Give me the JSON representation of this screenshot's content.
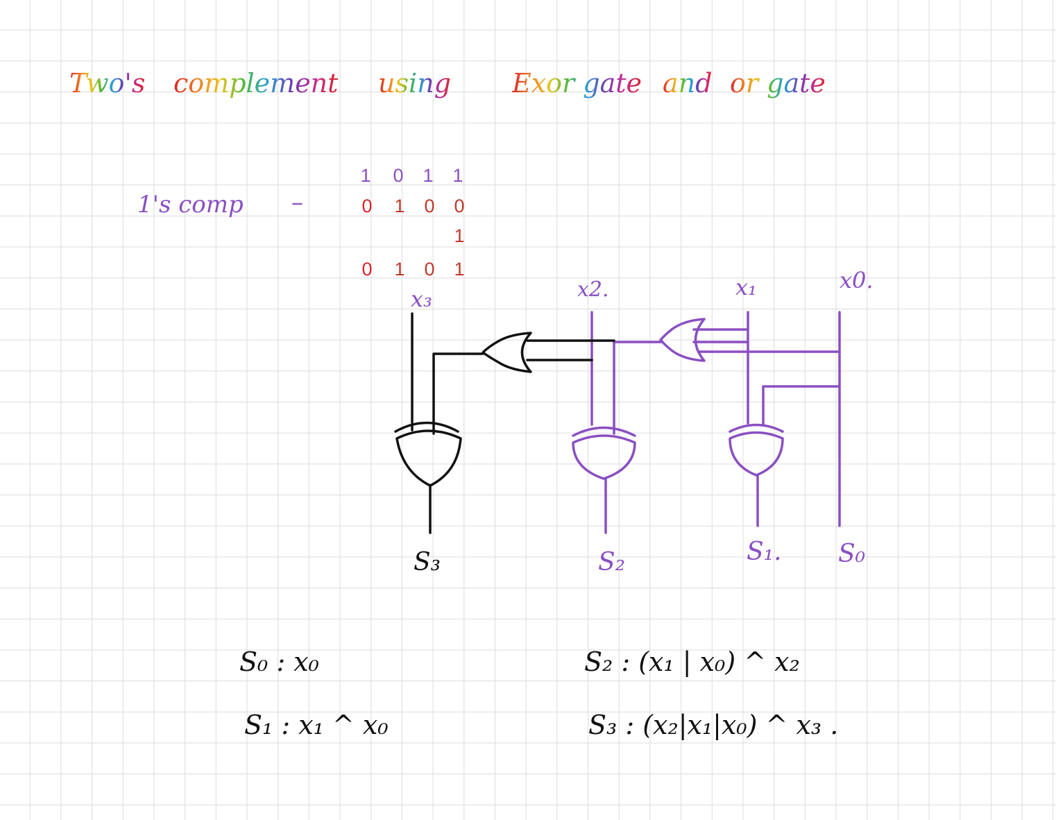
{
  "title": {
    "words": [
      "Two's",
      "complement",
      "using",
      "Exor gate",
      "and",
      "or gate"
    ]
  },
  "ones_comp_label": "1's comp",
  "ones_comp_dash": "–",
  "binary": {
    "original": [
      "1",
      "0",
      "1",
      "1"
    ],
    "ones_complement": [
      "0",
      "1",
      "0",
      "0"
    ],
    "add_one": "1",
    "result": [
      "0",
      "1",
      "0",
      "1"
    ]
  },
  "inputs": {
    "x3": "x₃",
    "x2": "x2.",
    "x1": "x₁",
    "x0": "x0."
  },
  "outputs": {
    "s3": "S₃",
    "s2": "S₂",
    "s1": "S₁.",
    "s0": "S₀"
  },
  "equations": {
    "s0": "S₀  :  x₀",
    "s1": "S₁  :   x₁ ^ x₀",
    "s2": "S₂ : (x₁ | x₀)  ^  x₂",
    "s3": "S₃ :  (x₂|x₁|x₀)  ^ x₃ ."
  },
  "colors": {
    "purple": "#8a4fc2",
    "black": "#111111",
    "rainbow": "multicolor"
  }
}
